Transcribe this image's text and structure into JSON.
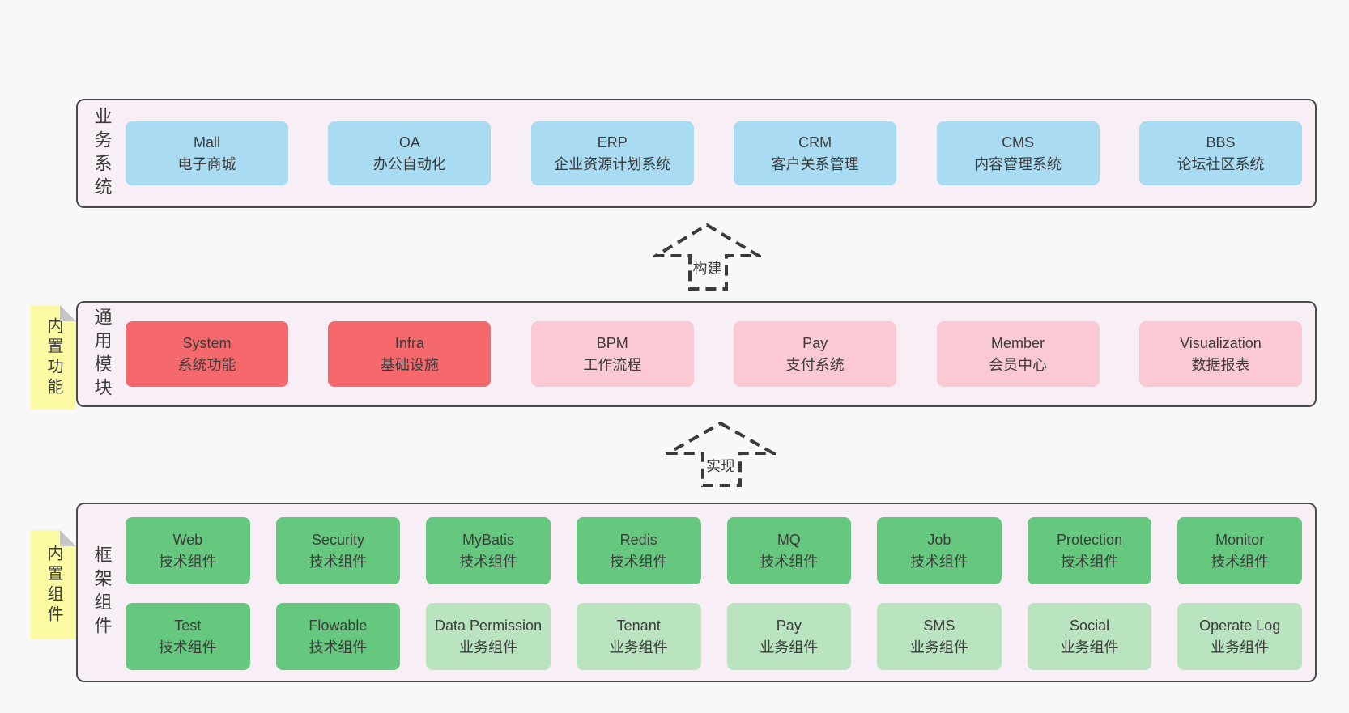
{
  "colors": {
    "bg": "#f8f8f8",
    "panel": "#f8eef6",
    "panel-border": "#4a4a4a",
    "text": "#3c3c3c",
    "blue": "#a9dbf2",
    "red": "#f5696d",
    "pink": "#fac9d3",
    "green": "#66c87e",
    "lightgreen": "#bae3c0",
    "note": "#fbfaa3",
    "fold": "#c5c5c5",
    "arrow": "#3a3a3a"
  },
  "sections": [
    {
      "id": "business-systems",
      "label": "业务系统",
      "boxes": [
        {
          "name": "Mall",
          "desc": "电子商城",
          "variant": "blue"
        },
        {
          "name": "OA",
          "desc": "办公自动化",
          "variant": "blue"
        },
        {
          "name": "ERP",
          "desc": "企业资源计划系统",
          "variant": "blue"
        },
        {
          "name": "CRM",
          "desc": "客户关系管理",
          "variant": "blue"
        },
        {
          "name": "CMS",
          "desc": "内容管理系统",
          "variant": "blue"
        },
        {
          "name": "BBS",
          "desc": "论坛社区系统",
          "variant": "blue"
        }
      ]
    },
    {
      "id": "common-modules",
      "label": "通用模块",
      "note": "内置功能",
      "boxes": [
        {
          "name": "System",
          "desc": "系统功能",
          "variant": "red"
        },
        {
          "name": "Infra",
          "desc": "基础设施",
          "variant": "red"
        },
        {
          "name": "BPM",
          "desc": "工作流程",
          "variant": "pink"
        },
        {
          "name": "Pay",
          "desc": "支付系统",
          "variant": "pink"
        },
        {
          "name": "Member",
          "desc": "会员中心",
          "variant": "pink"
        },
        {
          "name": "Visualization",
          "desc": "数据报表",
          "variant": "pink"
        }
      ]
    },
    {
      "id": "framework-components",
      "label": "框架组件",
      "note": "内置组件",
      "boxes": [
        {
          "name": "Web",
          "desc": "技术组件",
          "variant": "green"
        },
        {
          "name": "Security",
          "desc": "技术组件",
          "variant": "green"
        },
        {
          "name": "MyBatis",
          "desc": "技术组件",
          "variant": "green"
        },
        {
          "name": "Redis",
          "desc": "技术组件",
          "variant": "green"
        },
        {
          "name": "MQ",
          "desc": "技术组件",
          "variant": "green"
        },
        {
          "name": "Job",
          "desc": "技术组件",
          "variant": "green"
        },
        {
          "name": "Protection",
          "desc": "技术组件",
          "variant": "green"
        },
        {
          "name": "Monitor",
          "desc": "技术组件",
          "variant": "green"
        },
        {
          "name": "Test",
          "desc": "技术组件",
          "variant": "green"
        },
        {
          "name": "Flowable",
          "desc": "技术组件",
          "variant": "green"
        },
        {
          "name": "Data Permission",
          "desc": "业务组件",
          "variant": "lightgreen"
        },
        {
          "name": "Tenant",
          "desc": "业务组件",
          "variant": "lightgreen"
        },
        {
          "name": "Pay",
          "desc": "业务组件",
          "variant": "lightgreen"
        },
        {
          "name": "SMS",
          "desc": "业务组件",
          "variant": "lightgreen"
        },
        {
          "name": "Social",
          "desc": "业务组件",
          "variant": "lightgreen"
        },
        {
          "name": "Operate Log",
          "desc": "业务组件",
          "variant": "lightgreen"
        }
      ]
    }
  ],
  "arrows": [
    {
      "label": "构建"
    },
    {
      "label": "实现"
    }
  ]
}
